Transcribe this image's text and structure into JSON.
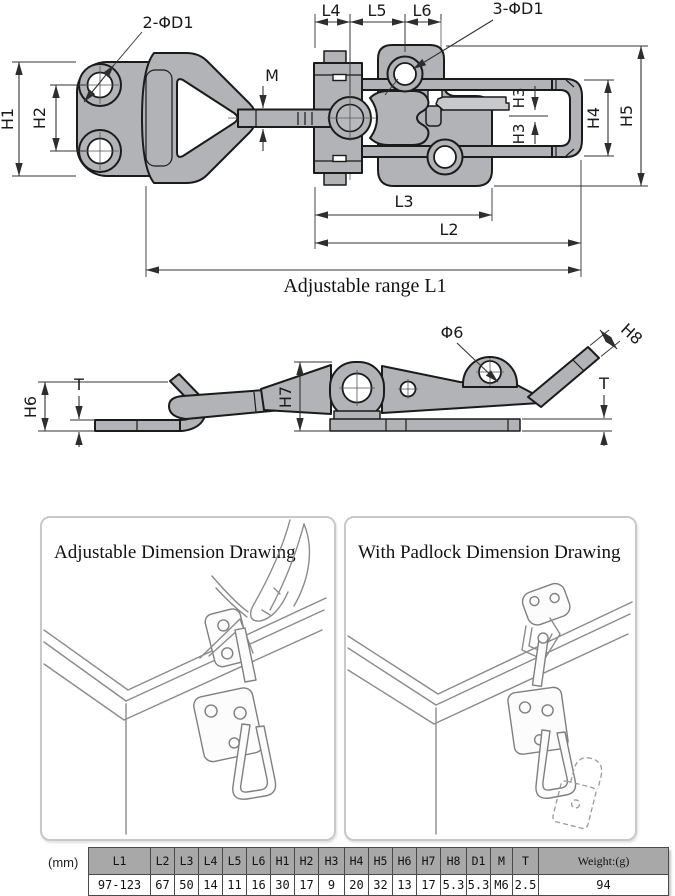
{
  "colors": {
    "part_fill": "#b1b3b6",
    "part_fill_light": "#c7c9cc",
    "outline": "#1b1b1b",
    "dimension_lines": "#333333",
    "panel_border": "#c9c9c9",
    "sketch_lines": "#8b8b8b",
    "table_header_bg": "#a8a8a8",
    "table_border": "#4a4a4a"
  },
  "top_view": {
    "labels": {
      "h1": "H1",
      "h2": "H2",
      "plate_holes": "2-ΦD1",
      "l4": "L4",
      "l5": "L5",
      "l6": "L6",
      "base_holes": "3-ΦD1",
      "m": "M",
      "h3_upper": "H3",
      "h3_lower": "H3",
      "h4": "H4",
      "h5": "H5",
      "l3": "L3",
      "l2": "L2",
      "l1": "Adjustable range L1"
    }
  },
  "side_view": {
    "labels": {
      "h6": "H6",
      "t_left": "T",
      "h7": "H7",
      "eyelet_dia": "Φ6",
      "h8": "H8",
      "t_right": "T"
    }
  },
  "panels": [
    {
      "title": "Adjustable Dimension Drawing"
    },
    {
      "title": "With Padlock Dimension Drawing"
    }
  ],
  "spec_table": {
    "unit_label": "(mm)",
    "headers": [
      "L1",
      "L2",
      "L3",
      "L4",
      "L5",
      "L6",
      "H1",
      "H2",
      "H3",
      "H4",
      "H5",
      "H6",
      "H7",
      "H8",
      "D1",
      "M",
      "T",
      "Weight:(g)"
    ],
    "values": [
      "97-123",
      "67",
      "50",
      "14",
      "11",
      "16",
      "30",
      "17",
      "9",
      "20",
      "32",
      "13",
      "17",
      "5.3",
      "5.3",
      "M6",
      "2.5",
      "94"
    ]
  }
}
